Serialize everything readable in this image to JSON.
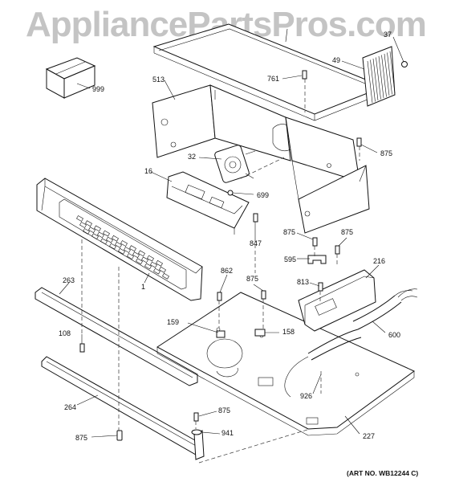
{
  "watermark": "AppliancePartsPros.com",
  "art_number": "(ART NO. WB12244 C)",
  "callouts": {
    "p999": "999",
    "p37": "37",
    "p49": "49",
    "p513": "513",
    "p761": "761",
    "p875_a": "875",
    "p32": "32",
    "p16": "16",
    "p699": "699",
    "p847": "847",
    "p875_b": "875",
    "p875_c": "875",
    "p595": "595",
    "p216": "216",
    "p862": "862",
    "p875_d": "875",
    "p813": "813",
    "p1": "1",
    "p263": "263",
    "p159": "159",
    "p158": "158",
    "p600": "600",
    "p108": "108",
    "p926": "926",
    "p264": "264",
    "p875_e": "875",
    "p941": "941",
    "p875_f": "875",
    "p227": "227"
  }
}
